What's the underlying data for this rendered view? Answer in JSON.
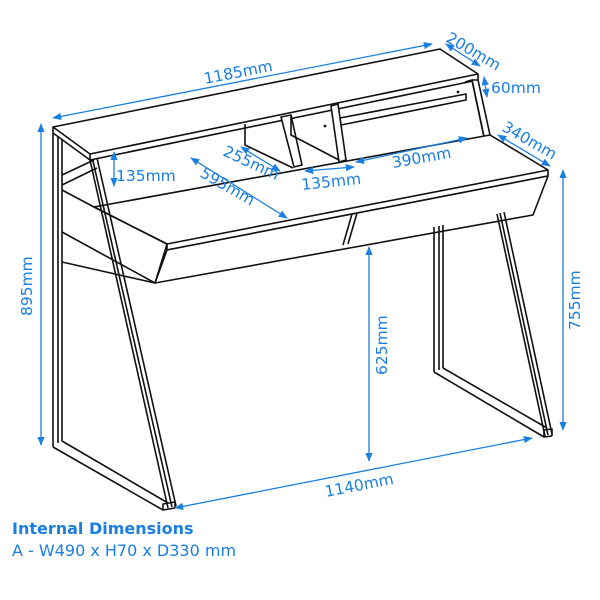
{
  "diagram": {
    "subject": "Desk with upper shelf and two drawers",
    "colors": {
      "dimension": "#1a7fe0",
      "outline": "#111111",
      "background": "#ffffff"
    },
    "dimensions": {
      "overall_width": "1185mm",
      "top_shelf_depth": "200mm",
      "top_shelf_height": "60mm",
      "desk_depth": "340mm",
      "lower_shelf_clearance": "135mm",
      "side_shelf_depth": "255mm",
      "side_shelf_width": "595mm",
      "middle_gap_width": "135mm",
      "right_shelf_width": "390mm",
      "overall_height": "895mm",
      "desk_height": "755mm",
      "under_desk_clearance": "625mm",
      "base_width": "1140mm"
    }
  },
  "footer": {
    "title": "Internal Dimensions",
    "line": "A - W490 x H70 x D330 mm"
  }
}
